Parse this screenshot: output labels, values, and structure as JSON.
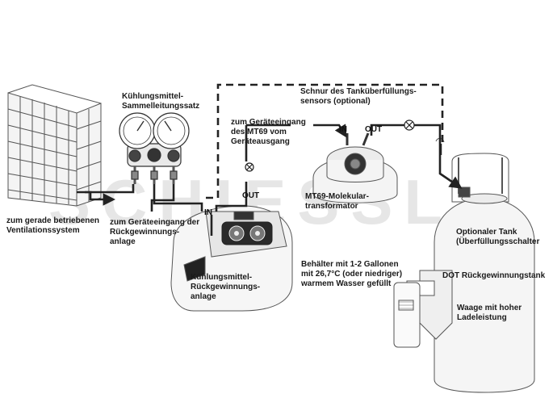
{
  "colors": {
    "line": "#222222",
    "sketch": "#555555",
    "fill": "#f2f2f2",
    "watermark": "#d2d2d2"
  },
  "watermark": "SCHIESSL",
  "labels": {
    "manifold": "Kühlungsmittel-\nSammelleitungssatz",
    "sensor_cord": "Schnur des Tanküberfüllungs-\nsensors (optional)",
    "device_inlet_mt69": "zum Geräteeingang\ndes MT69 vom\nGeräteausgang",
    "ventilation": "zum gerade betriebenen\nVentilationssystem",
    "recovery_inlet": "zum Geräteeingang der\nRückgewinnungs-\nanlage",
    "mt69": "MT69-Molekular-\ntransformator",
    "optional_tank": "Optionaler Tank\n(Überfüllungsschalter",
    "recovery_unit": "Kühlungsmittel-\nRückgewinnungs-\nanlage",
    "container": "Behälter mit 1-2 Gallonen\nmit 26,7°C (oder niedriger)\nwarmem Wasser gefüllt",
    "dot_tank": "DOT Rückgewinnungstank",
    "scale": "Waage mit hoher\nLadeleistung"
  },
  "ports": {
    "mt69_in": "IN",
    "mt69_out": "OUT",
    "unit_in": "IN",
    "unit_out": "OUT"
  },
  "icons": [
    "ventilation-unit",
    "manifold-gauges",
    "recovery-unit",
    "mt69-transformer",
    "dot-tank",
    "scale",
    "water-container",
    "valve-icon"
  ]
}
